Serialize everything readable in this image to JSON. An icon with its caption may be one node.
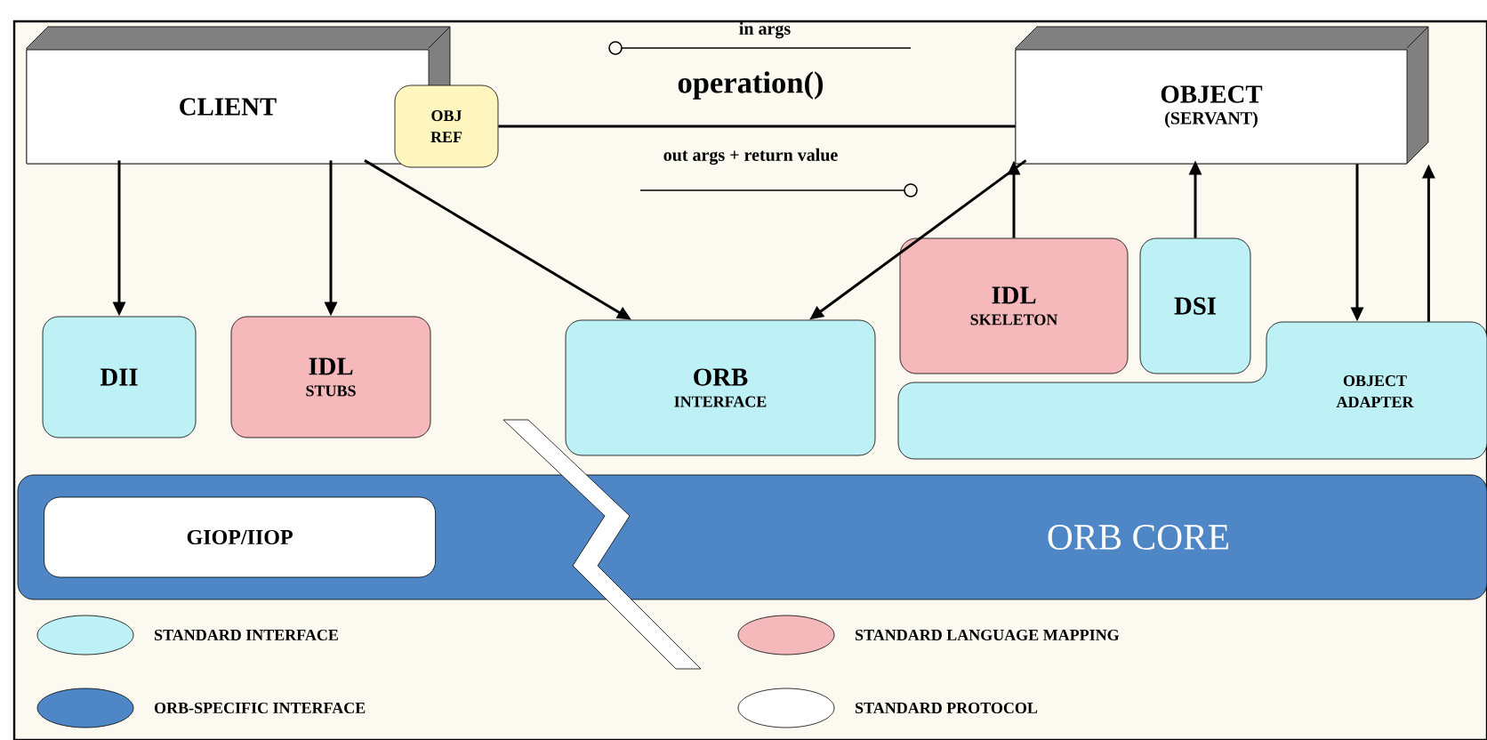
{
  "diagram": {
    "nodes": [
      {
        "text": [
          "CLIENT"
        ]
      },
      {
        "text": [
          "OBJ REF"
        ]
      },
      {
        "text": [
          "OBJECT",
          "(SERVANT)"
        ]
      },
      {
        "text": [
          "DII"
        ]
      },
      {
        "text": [
          "IDL",
          "STUBS"
        ]
      },
      {
        "text": [
          "ORB",
          "INTERFACE"
        ]
      },
      {
        "text": [
          "IDL",
          "SKELETON"
        ]
      },
      {
        "text": [
          "DSI"
        ]
      },
      {
        "text": [
          "OBJECT ADAPTER"
        ]
      },
      {
        "text": [
          "ORB CORE"
        ]
      },
      {
        "text": [
          "GIOP/IIOP"
        ],
        "in": 9
      }
    ],
    "edges": [
      {
        "from": 1,
        "to": 2,
        "arrow": "none",
        "label": "operation()"
      },
      {
        "from": 0,
        "to": 3,
        "arrow": "to"
      },
      {
        "from": 0,
        "to": 4,
        "arrow": "to"
      },
      {
        "from": 0,
        "to": 5,
        "arrow": "to"
      },
      {
        "from": 2,
        "to": 5,
        "arrow": "to"
      },
      {
        "from": 6,
        "to": 2,
        "arrow": "to"
      },
      {
        "from": 7,
        "to": 2,
        "arrow": "to"
      },
      {
        "from": 2,
        "to": 8,
        "arrow": "to"
      },
      {
        "from": 8,
        "to": 2,
        "arrow": "to"
      }
    ],
    "labels": [
      "in args",
      "out args + return value"
    ],
    "legend": [
      {
        "text": "STANDARD INTERFACE",
        "color": "#bdf1f5"
      },
      {
        "text": "STANDARD LANGUAGE MAPPING",
        "color": "#f5b9bb"
      },
      {
        "text": "**ORB**-SPECIFIC INTERFACE",
        "color": "#4f86c6"
      },
      {
        "text": "STANDARD PROTOCOL",
        "color": "#ffffff"
      }
    ]
  }
}
